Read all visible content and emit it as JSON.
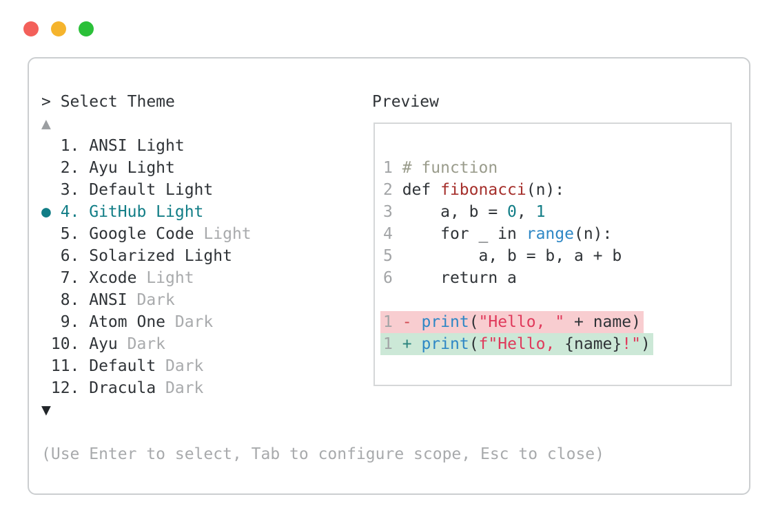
{
  "window": {
    "controls": {
      "close_color": "#f3605a",
      "minimize_color": "#f5b42d",
      "zoom_color": "#2bc039"
    }
  },
  "left_panel": {
    "title": "> Select Theme",
    "scroll_up_indicator": "▲",
    "scroll_down_indicator": "▼",
    "selection_bullet": "●",
    "items": [
      {
        "number": "1.",
        "name": "ANSI Light",
        "muted_suffix": "",
        "selected": false
      },
      {
        "number": "2.",
        "name": "Ayu Light",
        "muted_suffix": "",
        "selected": false
      },
      {
        "number": "3.",
        "name": "Default Light",
        "muted_suffix": "",
        "selected": false
      },
      {
        "number": "4.",
        "name": "GitHub Light",
        "muted_suffix": "",
        "selected": true
      },
      {
        "number": "5.",
        "name": "Google Code",
        "muted_suffix": "Light",
        "selected": false
      },
      {
        "number": "6.",
        "name": "Solarized Light",
        "muted_suffix": "",
        "selected": false
      },
      {
        "number": "7.",
        "name": "Xcode",
        "muted_suffix": "Light",
        "selected": false
      },
      {
        "number": "8.",
        "name": "ANSI",
        "muted_suffix": "Dark",
        "selected": false
      },
      {
        "number": "9.",
        "name": "Atom One",
        "muted_suffix": "Dark",
        "selected": false
      },
      {
        "number": "10.",
        "name": "Ayu",
        "muted_suffix": "Dark",
        "selected": false
      },
      {
        "number": "11.",
        "name": "Default",
        "muted_suffix": "Dark",
        "selected": false
      },
      {
        "number": "12.",
        "name": "Dracula",
        "muted_suffix": "Dark",
        "selected": false
      }
    ],
    "help_text": "(Use Enter to select, Tab to configure scope, Esc to close)"
  },
  "preview": {
    "title": "Preview",
    "code_lines": [
      {
        "bg": "none",
        "tokens": [
          {
            "t": "1",
            "c": "ln"
          },
          {
            "t": " ",
            "c": "df"
          },
          {
            "t": "# function",
            "c": "cm"
          }
        ]
      },
      {
        "bg": "none",
        "tokens": [
          {
            "t": "2",
            "c": "ln"
          },
          {
            "t": " def ",
            "c": "df"
          },
          {
            "t": "fibonacci",
            "c": "fn"
          },
          {
            "t": "(n):",
            "c": "df"
          }
        ]
      },
      {
        "bg": "none",
        "tokens": [
          {
            "t": "3",
            "c": "ln"
          },
          {
            "t": "     a, b = ",
            "c": "df"
          },
          {
            "t": "0",
            "c": "nm"
          },
          {
            "t": ", ",
            "c": "df"
          },
          {
            "t": "1",
            "c": "nm"
          }
        ]
      },
      {
        "bg": "none",
        "tokens": [
          {
            "t": "4",
            "c": "ln"
          },
          {
            "t": "     for _ in ",
            "c": "df"
          },
          {
            "t": "range",
            "c": "bl"
          },
          {
            "t": "(n):",
            "c": "df"
          }
        ]
      },
      {
        "bg": "none",
        "tokens": [
          {
            "t": "5",
            "c": "ln"
          },
          {
            "t": "         a, b = b, a + b",
            "c": "df"
          }
        ]
      },
      {
        "bg": "none",
        "tokens": [
          {
            "t": "6",
            "c": "ln"
          },
          {
            "t": "     return a",
            "c": "df"
          }
        ]
      },
      {
        "bg": "none",
        "tokens": []
      },
      {
        "bg": "removed",
        "tokens": [
          {
            "t": "1",
            "c": "ln"
          },
          {
            "t": " ",
            "c": "df"
          },
          {
            "t": "-",
            "c": "mi"
          },
          {
            "t": " ",
            "c": "df"
          },
          {
            "t": "print",
            "c": "bl"
          },
          {
            "t": "(",
            "c": "df"
          },
          {
            "t": "\"Hello, \"",
            "c": "st"
          },
          {
            "t": " + name)",
            "c": "df"
          }
        ]
      },
      {
        "bg": "added",
        "tokens": [
          {
            "t": "1",
            "c": "ln"
          },
          {
            "t": " ",
            "c": "df"
          },
          {
            "t": "+",
            "c": "pl"
          },
          {
            "t": " ",
            "c": "df"
          },
          {
            "t": "print",
            "c": "bl"
          },
          {
            "t": "(",
            "c": "df"
          },
          {
            "t": "f\"Hello, ",
            "c": "st"
          },
          {
            "t": "{name}",
            "c": "df"
          },
          {
            "t": "!\"",
            "c": "st"
          },
          {
            "t": ")",
            "c": "df"
          }
        ]
      }
    ]
  },
  "colors": {
    "accent_teal": "#117d86",
    "text_dark": "#2f3337",
    "text_muted": "#a8aaac",
    "comment": "#9a9c8c",
    "function_red": "#a52f2b",
    "string_crimson": "#e0395b",
    "keyword_blue": "#2e87c5",
    "number_teal": "#117d86",
    "diff_minus": "#d24a52",
    "diff_plus": "#2a837c",
    "line_number": "#a2a4a6",
    "removed_bg": "#f8cdd0",
    "added_bg": "#cce8d7"
  }
}
